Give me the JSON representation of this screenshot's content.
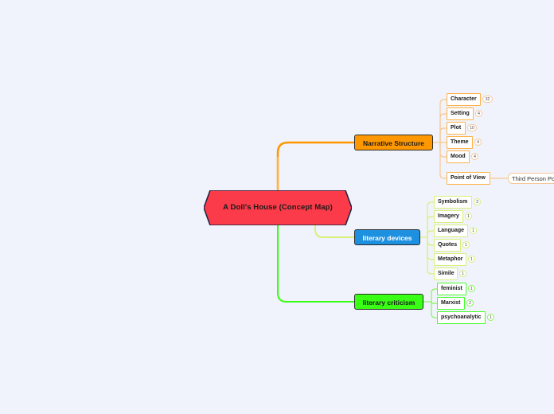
{
  "colors": {
    "background": "#f0f3fb",
    "root": "#fb3a4a",
    "narrative": "#ff9800",
    "devices": "#1e90e0",
    "criticism": "#39ff14",
    "narrative_line": "#f9c78f",
    "devices_line": "#d8f07a",
    "criticism_line": "#8af35a"
  },
  "root": {
    "label": "A Doll's House (Concept Map)"
  },
  "branches": [
    {
      "label": "Narrative Structure",
      "children": [
        {
          "label": "Character",
          "count": "32"
        },
        {
          "label": "Setting",
          "count": "4"
        },
        {
          "label": "Plot",
          "count": "10"
        },
        {
          "label": "Theme",
          "count": "4"
        },
        {
          "label": "Mood",
          "count": "4"
        },
        {
          "label": "Point of View",
          "count": "",
          "child": "Third Person Po"
        }
      ]
    },
    {
      "label": "literary devices",
      "children": [
        {
          "label": "Symbolism",
          "count": "3"
        },
        {
          "label": "Imagery",
          "count": "1"
        },
        {
          "label": "Language",
          "count": "1"
        },
        {
          "label": "Quotes",
          "count": "1"
        },
        {
          "label": "Metaphor",
          "count": "1"
        },
        {
          "label": "Simile",
          "count": "1"
        }
      ]
    },
    {
      "label": "literary criticism",
      "children": [
        {
          "label": "feminist",
          "count": "1"
        },
        {
          "label": "Marxist",
          "count": "2"
        },
        {
          "label": "psychoanalytic",
          "count": "1"
        }
      ]
    }
  ]
}
